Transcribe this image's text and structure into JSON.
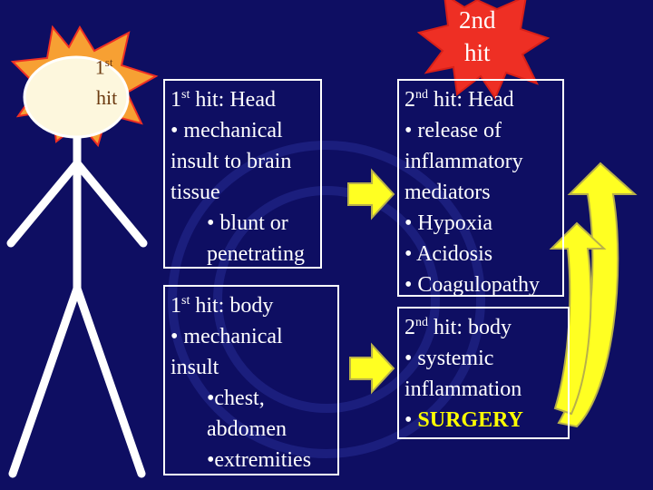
{
  "first_hit_burst": {
    "label_prefix": "1",
    "label_sup": "st",
    "label_word": "hit"
  },
  "second_hit_burst": {
    "line1": "2nd",
    "line2": "hit"
  },
  "head_first_hit": {
    "title_prefix": "1",
    "title_sup": "st",
    "title_rest": " hit: Head",
    "line1": "• mechanical",
    "line2": "insult to brain",
    "line3": "tissue",
    "line4": "• blunt or",
    "line5": "penetrating"
  },
  "body_first_hit": {
    "title_prefix": "1",
    "title_sup": "st",
    "title_rest": " hit: body",
    "line1": "• mechanical",
    "line2": "insult",
    "line3": "•chest,",
    "line4": "abdomen",
    "line5": "•extremities"
  },
  "head_second_hit": {
    "title_prefix": "2",
    "title_sup": "nd",
    "title_rest": " hit: Head",
    "line1": "• release of",
    "line2": "inflammatory",
    "line3": "mediators",
    "line4": "• Hypoxia",
    "line5": "• Acidosis",
    "line6": "• Coagulopathy"
  },
  "body_second_hit": {
    "title_prefix": "2",
    "title_sup": "nd",
    "title_rest": " hit: body",
    "line1": "• systemic",
    "line2": "inflammation",
    "line3_bullet": "• ",
    "line3_highlight": "SURGERY"
  },
  "colors": {
    "background": "#0e0e62",
    "burst_orange": "#f7a033",
    "burst_red": "#ee2f24",
    "arrow_yellow": "#ffff22",
    "arrow_outline": "#b8b04a",
    "highlight": "#ffff00",
    "head_fill": "#fdf7dd"
  }
}
